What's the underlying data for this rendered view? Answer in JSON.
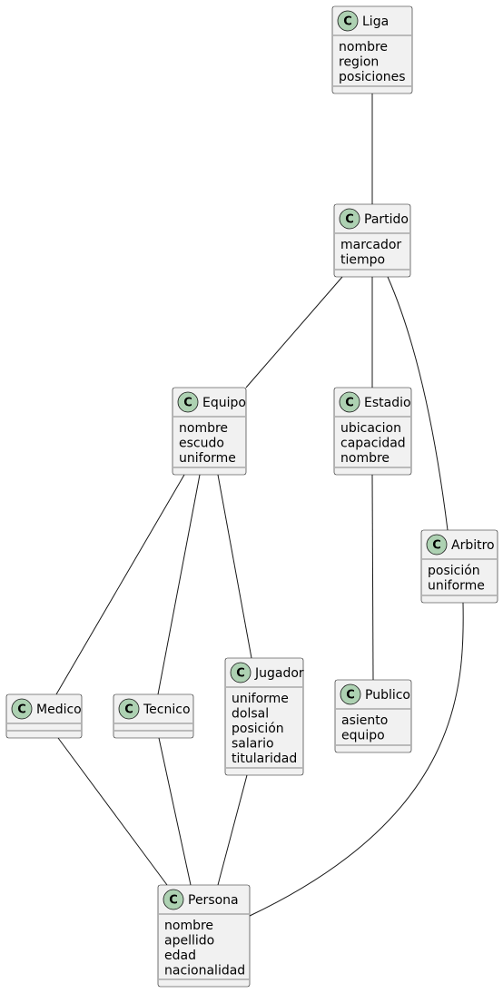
{
  "classes": {
    "liga": {
      "name": "Liga",
      "stereotype": "C",
      "attributes": [
        "nombre",
        "region",
        "posiciones"
      ]
    },
    "partido": {
      "name": "Partido",
      "stereotype": "C",
      "attributes": [
        "marcador",
        "tiempo"
      ]
    },
    "equipo": {
      "name": "Equipo",
      "stereotype": "C",
      "attributes": [
        "nombre",
        "escudo",
        "uniforme"
      ]
    },
    "estadio": {
      "name": "Estadio",
      "stereotype": "C",
      "attributes": [
        "ubicacion",
        "capacidad",
        "nombre"
      ]
    },
    "arbitro": {
      "name": "Arbitro",
      "stereotype": "C",
      "attributes": [
        "posición",
        "uniforme"
      ]
    },
    "medico": {
      "name": "Medico",
      "stereotype": "C",
      "attributes": []
    },
    "tecnico": {
      "name": "Tecnico",
      "stereotype": "C",
      "attributes": []
    },
    "jugador": {
      "name": "Jugador",
      "stereotype": "C",
      "attributes": [
        "uniforme",
        "dolsal",
        "posición",
        "salario",
        "titularidad"
      ]
    },
    "publico": {
      "name": "Publico",
      "stereotype": "C",
      "attributes": [
        "asiento",
        "equipo"
      ]
    },
    "persona": {
      "name": "Persona",
      "stereotype": "C",
      "attributes": [
        "nombre",
        "apellido",
        "edad",
        "nacionalidad"
      ]
    }
  },
  "associations": [
    {
      "from": "liga",
      "to": "partido"
    },
    {
      "from": "partido",
      "to": "equipo"
    },
    {
      "from": "partido",
      "to": "estadio"
    },
    {
      "from": "partido",
      "to": "arbitro"
    },
    {
      "from": "equipo",
      "to": "medico"
    },
    {
      "from": "equipo",
      "to": "tecnico"
    },
    {
      "from": "equipo",
      "to": "jugador"
    },
    {
      "from": "estadio",
      "to": "publico"
    },
    {
      "from": "medico",
      "to": "persona"
    },
    {
      "from": "tecnico",
      "to": "persona"
    },
    {
      "from": "jugador",
      "to": "persona"
    },
    {
      "from": "arbitro",
      "to": "persona"
    }
  ],
  "colors": {
    "class_fill": "#f1f1f1",
    "class_border": "#181818",
    "stereotype_circle": "#add1b2",
    "line": "#181818"
  }
}
